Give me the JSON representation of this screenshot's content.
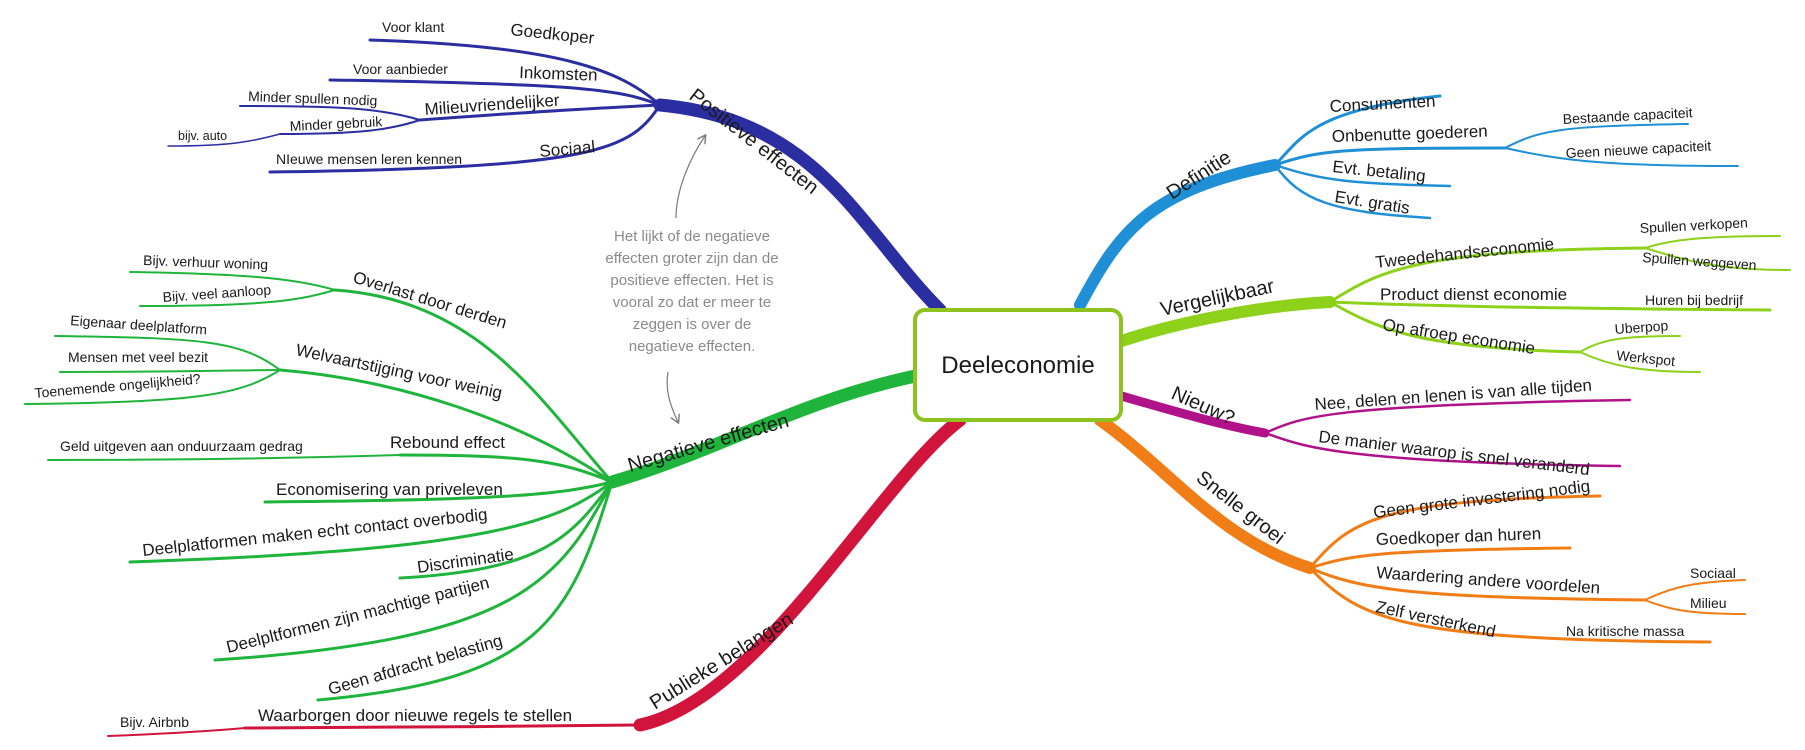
{
  "colors": {
    "definitie": "#1f8fd6",
    "vergelijkbaar": "#8dd11a",
    "nieuw": "#b0128a",
    "snelle_groei": "#f07d15",
    "positieve": "#2b2ea0",
    "negatieve": "#1fb43c",
    "publieke": "#d0143c",
    "center_border": "#8dc21f"
  },
  "center": "Deeleconomie",
  "note": {
    "lines": [
      "Het lijkt of de negatieve",
      "effecten groter zijn dan de",
      "positieve effecten. Het is",
      "vooral zo dat er meer te",
      "zeggen is over de",
      "negatieve effecten."
    ]
  },
  "definitie": {
    "title": "Definitie",
    "consumenten": "Consumenten",
    "onbenutte": "Onbenutte goederen",
    "bestaande": "Bestaande capaciteit",
    "geen_nieuwe": "Geen nieuwe capaciteit",
    "betaling": "Evt. betaling",
    "gratis": "Evt. gratis"
  },
  "vergelijkbaar": {
    "title": "Vergelijkbaar",
    "tweedehands": "Tweedehandseconomie",
    "verkopen": "Spullen verkopen",
    "weggeven": "Spullen weggeven",
    "product_dienst": "Product dienst economie",
    "huren_bedrijf": "Huren bij bedrijf",
    "op_afroep": "Op afroep economie",
    "uberpop": "Uberpop",
    "werkspot": "Werkspot"
  },
  "nieuw": {
    "title": "Nieuw?",
    "nee_delen": "Nee, delen en lenen is van alle tijden",
    "manier": "De manier waarop is snel veranderd"
  },
  "snelle_groei": {
    "title": "Snelle groei",
    "investering": "Geen grote investering nodig",
    "goedkoper": "Goedkoper dan huren",
    "waardering": "Waardering andere voordelen",
    "sociaal": "Sociaal",
    "milieu": "Milieu",
    "zelf": "Zelf versterkend",
    "kritische": "Na kritische massa"
  },
  "positieve": {
    "title": "Positieve effecten",
    "goedkoper": "Goedkoper",
    "voor_klant": "Voor klant",
    "inkomsten": "Inkomsten",
    "voor_aanbieder": "Voor aanbieder",
    "milieu": "Milieuvriendelijker",
    "minder_spullen": "Minder spullen nodig",
    "minder_gebruik": "Minder gebruik",
    "bijv_auto": "bijv. auto",
    "sociaal": "Sociaal",
    "nieuwe_mensen": "NIeuwe mensen leren kennen"
  },
  "negatieve": {
    "title": "Negatieve effecten",
    "overlast": "Overlast door derden",
    "verhuur": "Bijv. verhuur woning",
    "aanloop": "Bijv. veel aanloop",
    "welvaart": "Welvaartstijging voor weinig",
    "eigenaar": "Eigenaar deelplatform",
    "bezit": "Mensen met veel bezit",
    "ongelijkheid": "Toenemende ongelijkheid?",
    "rebound": "Rebound effect",
    "geld": "Geld uitgeven aan onduurzaam gedrag",
    "economisering": "Economisering van priveleven",
    "contact": "Deelplatformen maken echt contact overbodig",
    "discriminatie": "Discriminatie",
    "machtig": "Deelpltformen zijn machtige partijen",
    "afdracht": "Geen afdracht belasting"
  },
  "publieke": {
    "title": "Publieke belangen",
    "waarborgen": "Waarborgen door nieuwe regels te stellen",
    "airbnb": "Bijv. Airbnb"
  }
}
